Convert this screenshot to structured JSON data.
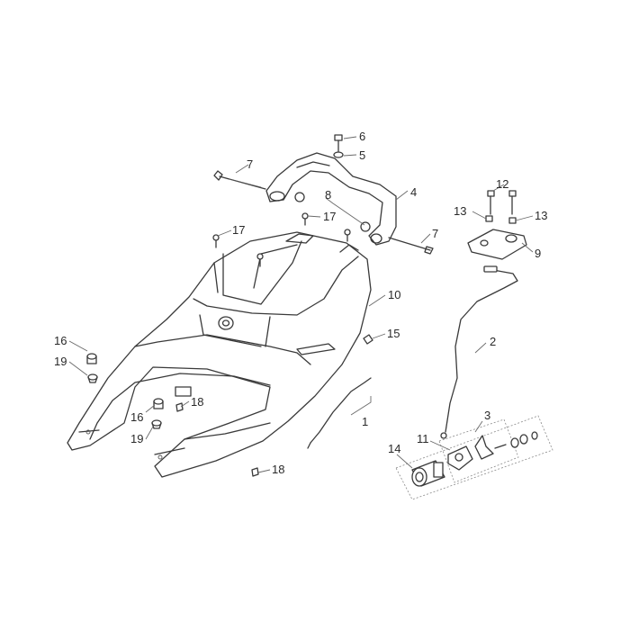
{
  "callouts": {
    "c1": "1",
    "c2": "2",
    "c3": "3",
    "c4": "4",
    "c5": "5",
    "c6": "6",
    "c7a": "7",
    "c7b": "7",
    "c8": "8",
    "c9": "9",
    "c10": "10",
    "c11": "11",
    "c12": "12",
    "c13a": "13",
    "c13b": "13",
    "c14": "14",
    "c15": "15",
    "c16a": "16",
    "c16b": "16",
    "c17a": "17",
    "c17b": "17",
    "c18a": "18",
    "c18b": "18",
    "c19a": "19",
    "c19b": "19"
  },
  "colors": {
    "line": "#3a3a3a",
    "background": "#ffffff"
  }
}
